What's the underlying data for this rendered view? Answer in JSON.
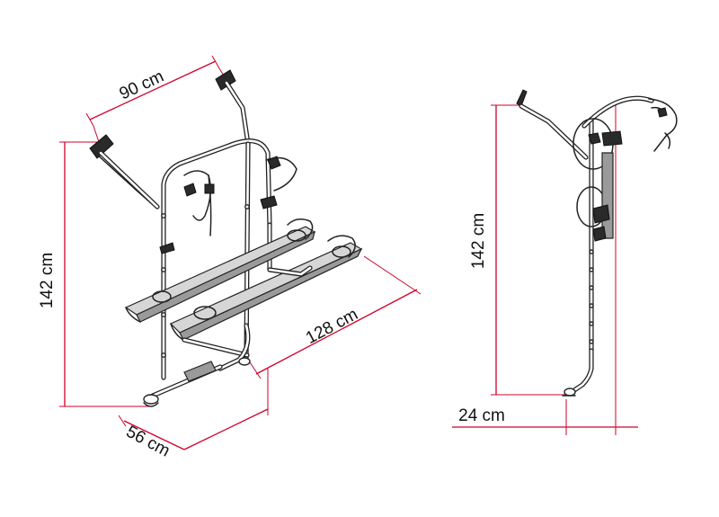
{
  "dimensions": {
    "width_top": "90 cm",
    "height_front": "142 cm",
    "length_rails": "128 cm",
    "depth_bottom": "56 cm",
    "height_side": "142 cm",
    "depth_side": "24 cm"
  },
  "colors": {
    "dimension_lines": "#d0002a",
    "drawing_lines": "#222222",
    "text": "#111111"
  }
}
